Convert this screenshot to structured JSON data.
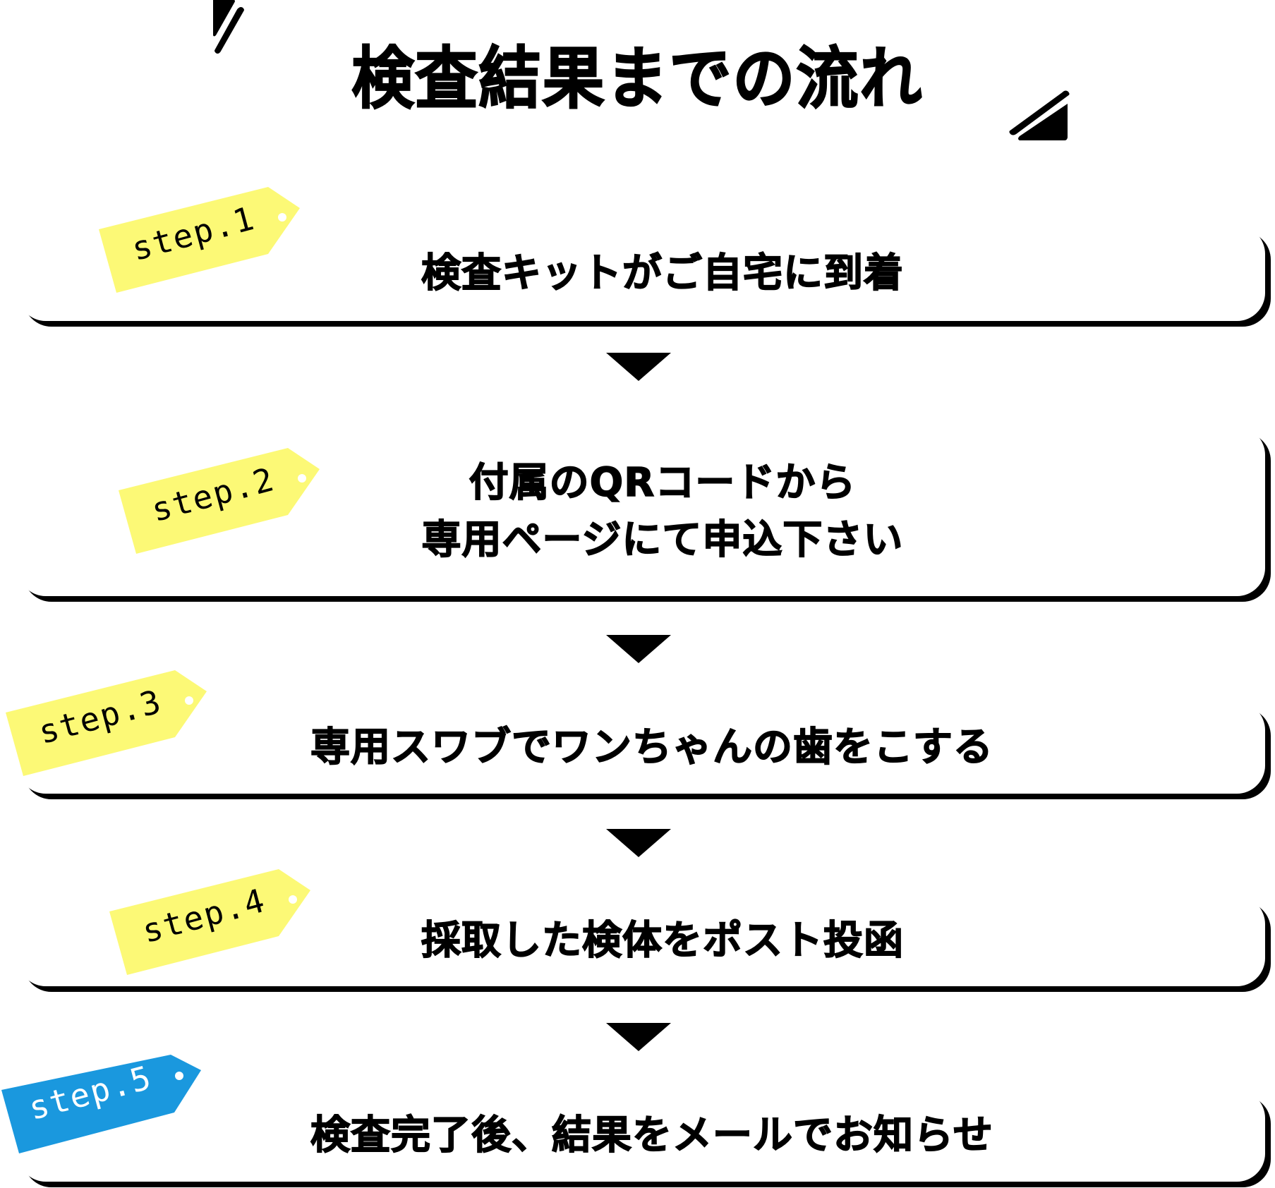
{
  "title": "検査結果までの流れ",
  "colors": {
    "tag_default": "#FCF976",
    "tag_highlight": "#1A98DE",
    "text": "#000000",
    "card_shadow": "#000000"
  },
  "steps": [
    {
      "tag": "step.1",
      "lines": [
        "検査キットがご自宅に到着"
      ],
      "tag_color": "#FCF976",
      "tag_text_color": "#000000"
    },
    {
      "tag": "step.2",
      "lines": [
        "付属のQRコードから",
        "専用ページにて申込下さい"
      ],
      "tag_color": "#FCF976",
      "tag_text_color": "#000000"
    },
    {
      "tag": "step.3",
      "lines": [
        "専用スワブでワンちゃんの歯をこする"
      ],
      "tag_color": "#FCF976",
      "tag_text_color": "#000000"
    },
    {
      "tag": "step.4",
      "lines": [
        "採取した検体をポスト投函"
      ],
      "tag_color": "#FCF976",
      "tag_text_color": "#000000"
    },
    {
      "tag": "step.5",
      "lines": [
        "検査完了後、結果をメールでお知らせ"
      ],
      "tag_color": "#1A98DE",
      "tag_text_color": "#FFFFFF"
    }
  ],
  "icons": {
    "arrow": "down-triangle-icon",
    "decoration": "double-slash-decoration"
  }
}
